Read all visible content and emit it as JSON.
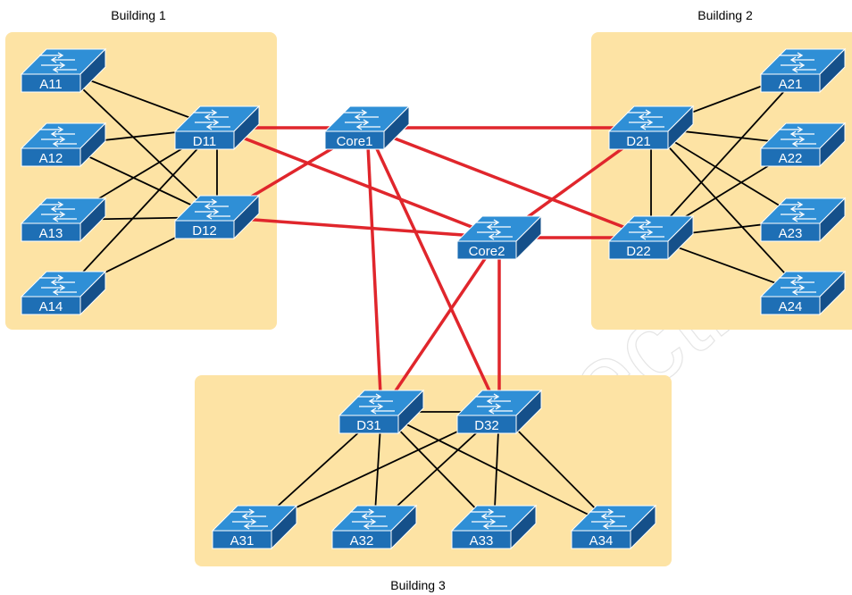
{
  "buildings": [
    {
      "id": "b1",
      "label": "Building 1"
    },
    {
      "id": "b2",
      "label": "Building 2"
    },
    {
      "id": "b3",
      "label": "Building 3"
    }
  ],
  "switches": [
    {
      "id": "A11",
      "label": "A11",
      "role": "access",
      "building": "b1"
    },
    {
      "id": "A12",
      "label": "A12",
      "role": "access",
      "building": "b1"
    },
    {
      "id": "A13",
      "label": "A13",
      "role": "access",
      "building": "b1"
    },
    {
      "id": "A14",
      "label": "A14",
      "role": "access",
      "building": "b1"
    },
    {
      "id": "D11",
      "label": "D11",
      "role": "distribution",
      "building": "b1"
    },
    {
      "id": "D12",
      "label": "D12",
      "role": "distribution",
      "building": "b1"
    },
    {
      "id": "Core1",
      "label": "Core1",
      "role": "core",
      "building": ""
    },
    {
      "id": "Core2",
      "label": "Core2",
      "role": "core",
      "building": ""
    },
    {
      "id": "D21",
      "label": "D21",
      "role": "distribution",
      "building": "b2"
    },
    {
      "id": "D22",
      "label": "D22",
      "role": "distribution",
      "building": "b2"
    },
    {
      "id": "A21",
      "label": "A21",
      "role": "access",
      "building": "b2"
    },
    {
      "id": "A22",
      "label": "A22",
      "role": "access",
      "building": "b2"
    },
    {
      "id": "A23",
      "label": "A23",
      "role": "access",
      "building": "b2"
    },
    {
      "id": "A24",
      "label": "A24",
      "role": "access",
      "building": "b2"
    },
    {
      "id": "D31",
      "label": "D31",
      "role": "distribution",
      "building": "b3"
    },
    {
      "id": "D32",
      "label": "D32",
      "role": "distribution",
      "building": "b3"
    },
    {
      "id": "A31",
      "label": "A31",
      "role": "access",
      "building": "b3"
    },
    {
      "id": "A32",
      "label": "A32",
      "role": "access",
      "building": "b3"
    },
    {
      "id": "A33",
      "label": "A33",
      "role": "access",
      "building": "b3"
    },
    {
      "id": "A34",
      "label": "A34",
      "role": "access",
      "building": "b3"
    }
  ],
  "links": [
    [
      "D11",
      "Core1",
      "core"
    ],
    [
      "D11",
      "Core2",
      "core"
    ],
    [
      "D12",
      "Core1",
      "core"
    ],
    [
      "D12",
      "Core2",
      "core"
    ],
    [
      "D21",
      "Core1",
      "core"
    ],
    [
      "D21",
      "Core2",
      "core"
    ],
    [
      "D22",
      "Core1",
      "core"
    ],
    [
      "D22",
      "Core2",
      "core"
    ],
    [
      "D31",
      "Core1",
      "core"
    ],
    [
      "D31",
      "Core2",
      "core"
    ],
    [
      "D32",
      "Core1",
      "core"
    ],
    [
      "D32",
      "Core2",
      "core"
    ],
    [
      "A11",
      "D11",
      "access"
    ],
    [
      "A11",
      "D12",
      "access"
    ],
    [
      "A12",
      "D11",
      "access"
    ],
    [
      "A12",
      "D12",
      "access"
    ],
    [
      "A13",
      "D11",
      "access"
    ],
    [
      "A13",
      "D12",
      "access"
    ],
    [
      "A14",
      "D11",
      "access"
    ],
    [
      "A14",
      "D12",
      "access"
    ],
    [
      "D11",
      "D12",
      "access"
    ],
    [
      "A21",
      "D21",
      "access"
    ],
    [
      "A21",
      "D22",
      "access"
    ],
    [
      "A22",
      "D21",
      "access"
    ],
    [
      "A22",
      "D22",
      "access"
    ],
    [
      "A23",
      "D21",
      "access"
    ],
    [
      "A23",
      "D22",
      "access"
    ],
    [
      "A24",
      "D21",
      "access"
    ],
    [
      "A24",
      "D22",
      "access"
    ],
    [
      "D21",
      "D22",
      "access"
    ],
    [
      "A31",
      "D31",
      "access"
    ],
    [
      "A31",
      "D32",
      "access"
    ],
    [
      "A32",
      "D31",
      "access"
    ],
    [
      "A32",
      "D32",
      "access"
    ],
    [
      "A33",
      "D31",
      "access"
    ],
    [
      "A33",
      "D32",
      "access"
    ],
    [
      "A34",
      "D31",
      "access"
    ],
    [
      "A34",
      "D32",
      "access"
    ],
    [
      "D31",
      "D32",
      "access"
    ]
  ],
  "colors": {
    "building_fill": "#fde3a4",
    "core_link": "#e0262c",
    "access_link": "#000000",
    "switch_front": "#1e6fb5",
    "switch_top": "#2f8fd6",
    "switch_side": "#15508a"
  },
  "watermark_text": "connectnetwork.ir"
}
